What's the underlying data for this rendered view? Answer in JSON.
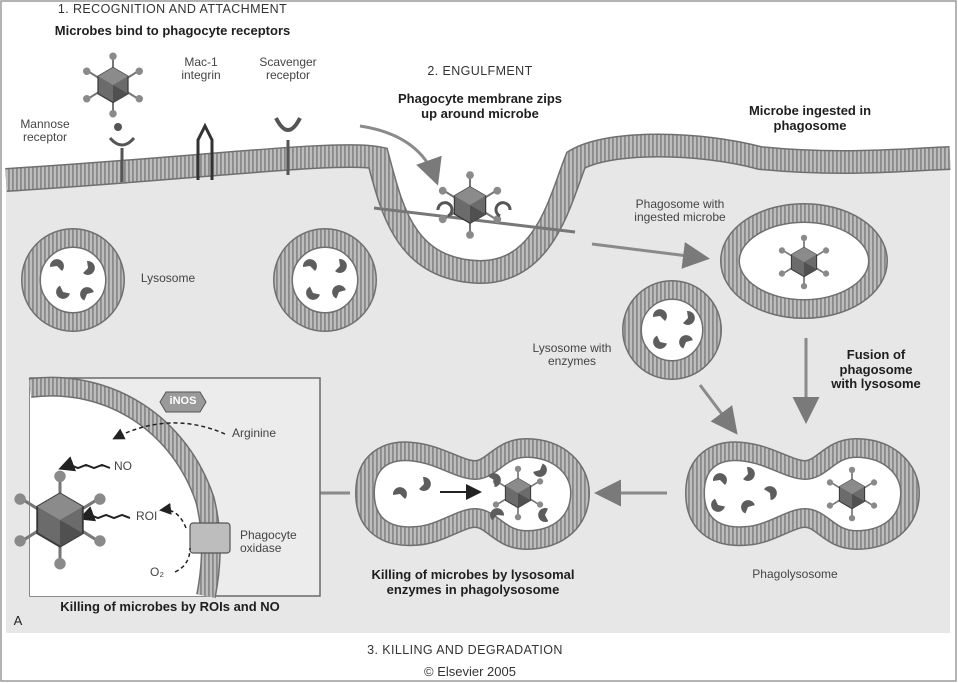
{
  "steps": {
    "step1": "1. RECOGNITION AND ATTACHMENT",
    "step2": "2. ENGULFMENT",
    "step3": "3. KILLING AND DEGRADATION"
  },
  "headings": {
    "bind": "Microbes bind to phagocyte receptors",
    "zip": "Phagocyte membrane zips up around microbe",
    "ingested": "Microbe ingested in phagosome",
    "fusion": "Fusion of phagosome with lysosome",
    "killing_lysosomal": "Killing of microbes by lysosomal enzymes in phagolysosome",
    "killing_roi": "Killing of microbes by ROIs and NO"
  },
  "labels": {
    "mac1": "Mac-1 integrin",
    "scavenger": "Scavenger receptor",
    "mannose": "Mannose receptor",
    "lysosome": "Lysosome",
    "phagosome_ingested": "Phagosome with ingested microbe",
    "lysosome_enzymes": "Lysosome with enzymes",
    "phagolysosome": "Phagolysosome",
    "inos": "iNOS",
    "arginine": "Arginine",
    "no": "NO",
    "roi": "ROI",
    "o2": "O₂",
    "phagocyte_oxidase": "Phagocyte oxidase",
    "panel_letter": "A"
  },
  "copyright": "© Elsevier 2005",
  "colors": {
    "cytoplasm": "#e7e7e7",
    "membrane": "#b9b9b9",
    "membrane_edge": "#6f6f6f",
    "lumen": "#ffffff",
    "enzyme": "#5d5d5d",
    "microbe": "#6b6b6b",
    "inset_border": "#6a6a6a",
    "oxidase": "#bdbdbd"
  }
}
